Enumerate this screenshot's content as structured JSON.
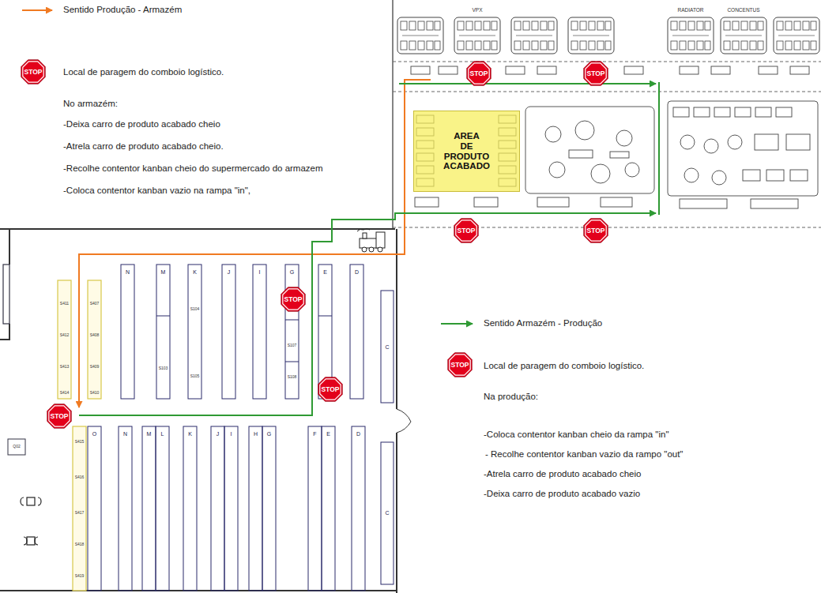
{
  "diagram": {
    "nodes": [
      {
        "text": [
          "STOP"
        ]
      },
      {
        "text": [
          "STOP"
        ]
      },
      {
        "text": [
          "STOP"
        ]
      },
      {
        "text": [
          "AREA DE PRODUTO ACABADO"
        ]
      },
      {
        "text": [
          "STOP"
        ]
      },
      {
        "text": [
          "STOP"
        ]
      },
      {
        "text": [
          "STOP"
        ]
      },
      {
        "text": [
          "STOP"
        ]
      },
      {
        "text": [
          "STOP"
        ]
      },
      {
        "text": [
          "STOP"
        ]
      }
    ],
    "labels": [
      "No armazém:",
      "-Deixa carro de produto acabado cheio",
      "-Atrela carro de produto acabado cheio.",
      "-Recolhe contentor kanban cheio do supermercado do armazem",
      "-Coloca contentor kanban vazio na rampa \"in\",",
      "Na produção:",
      "-Coloca contentor kanban cheio da rampa \"in\"",
      "- Recolhe contentor kanban vazio da rampo \"out\"",
      "-Atrela carro de produto acabado cheio",
      "-Deixa carro de produto acabado vazio",
      "VPX",
      "RADIATOR",
      "CONCENTUS",
      "N",
      "M",
      "K",
      "J",
      "I",
      "G",
      "E",
      "D",
      "O",
      "N",
      "M",
      "L",
      "K",
      "J",
      "I",
      "H",
      "G",
      "F",
      "E",
      "D",
      "C",
      "C",
      "S411",
      "S412",
      "S413",
      "S414",
      "S407",
      "S408",
      "S409",
      "S410",
      "S104",
      "S103",
      "S105",
      "S107",
      "S108",
      "S415",
      "S416",
      "S417",
      "S418",
      "S419",
      "Q02"
    ],
    "legend": [
      {
        "text": "Sentido Produção - Armazém"
      },
      {
        "text": "Local de paragem do comboio logístico."
      },
      {
        "text": "Sentido Armazém - Produção"
      },
      {
        "text": "Local de paragem do comboio logístico."
      }
    ]
  }
}
